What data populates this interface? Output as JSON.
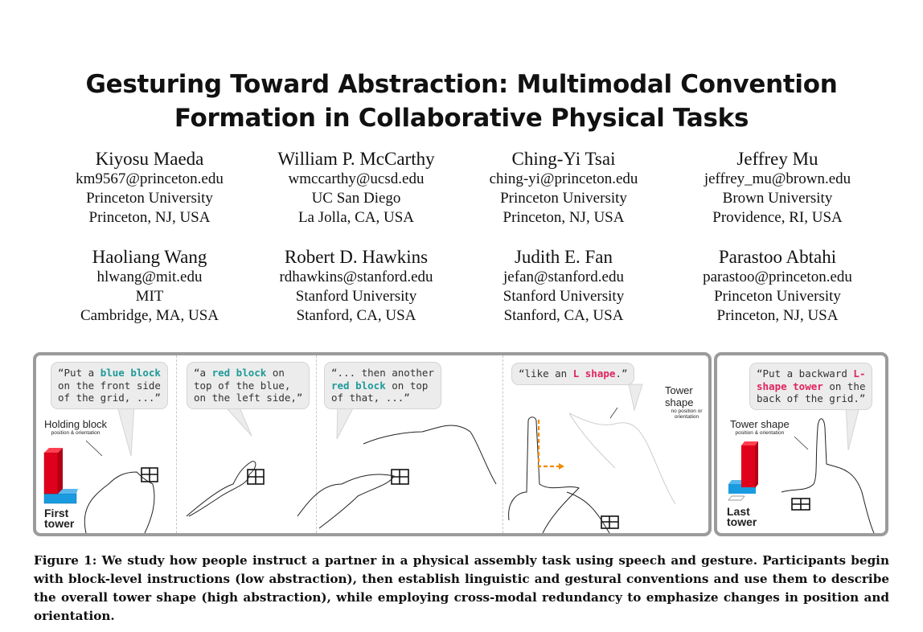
{
  "title": {
    "line1": "Gesturing Toward Abstraction: Multimodal Convention",
    "line2": "Formation in Collaborative Physical Tasks"
  },
  "authors": [
    {
      "name": "Kiyosu Maeda",
      "email": "km9567@princeton.edu",
      "affiliation": "Princeton University",
      "location": "Princeton, NJ, USA"
    },
    {
      "name": "William P. McCarthy",
      "email": "wmccarthy@ucsd.edu",
      "affiliation": "UC San Diego",
      "location": "La Jolla, CA, USA"
    },
    {
      "name": "Ching-Yi Tsai",
      "email": "ching-yi@princeton.edu",
      "affiliation": "Princeton University",
      "location": "Princeton, NJ, USA"
    },
    {
      "name": "Jeffrey Mu",
      "email": "jeffrey_mu@brown.edu",
      "affiliation": "Brown University",
      "location": "Providence, RI, USA"
    },
    {
      "name": "Haoliang Wang",
      "email": "hlwang@mit.edu",
      "affiliation": "MIT",
      "location": "Cambridge, MA, USA"
    },
    {
      "name": "Robert D. Hawkins",
      "email": "rdhawkins@stanford.edu",
      "affiliation": "Stanford University",
      "location": "Stanford, CA, USA"
    },
    {
      "name": "Judith E. Fan",
      "email": "jefan@stanford.edu",
      "affiliation": "Stanford University",
      "location": "Stanford, CA, USA"
    },
    {
      "name": "Parastoo Abtahi",
      "email": "parastoo@princeton.edu",
      "affiliation": "Princeton University",
      "location": "Princeton, NJ, USA"
    }
  ],
  "figure": {
    "panel1": {
      "q1": "“Put a ",
      "h1": "blue block",
      "q2": "\non the front side\nof the grid, ...”",
      "label": "Holding block",
      "sublabel": "position & orientation",
      "tower": "First\ntower"
    },
    "panel2": {
      "q1": "“a ",
      "h1": "red block",
      "q2": " on\ntop of the blue,\non the left side,”"
    },
    "panel3": {
      "q1": "“... then another\n",
      "h1": "red block",
      "q2": " on top\nof that, ...”"
    },
    "panel4": {
      "q1": "“like an ",
      "h1": "L shape",
      "q2": ".”",
      "label": "Tower shape",
      "sublabel": "no position or orientation"
    },
    "panel5": {
      "q1": "“Put a backward ",
      "h1": "L-\nshape tower",
      "q2": " on the\nback of the grid.”",
      "label": "Tower shape",
      "sublabel": "position & orientation",
      "tower": "Last\ntower"
    },
    "colors": {
      "blue_text": "#1f9a9a",
      "red_text": "#e0245e",
      "block_red": "#e0001b",
      "block_blue": "#1a9be0",
      "arrow": "#f08a00"
    }
  },
  "caption": "Figure 1: We study how people instruct a partner in a physical assembly task using speech and gesture. Participants begin with block-level instructions (low abstraction), then establish linguistic and gestural conventions and use them to describe the overall tower shape (high abstraction), while employing cross-modal redundancy to emphasize changes in position and orientation."
}
